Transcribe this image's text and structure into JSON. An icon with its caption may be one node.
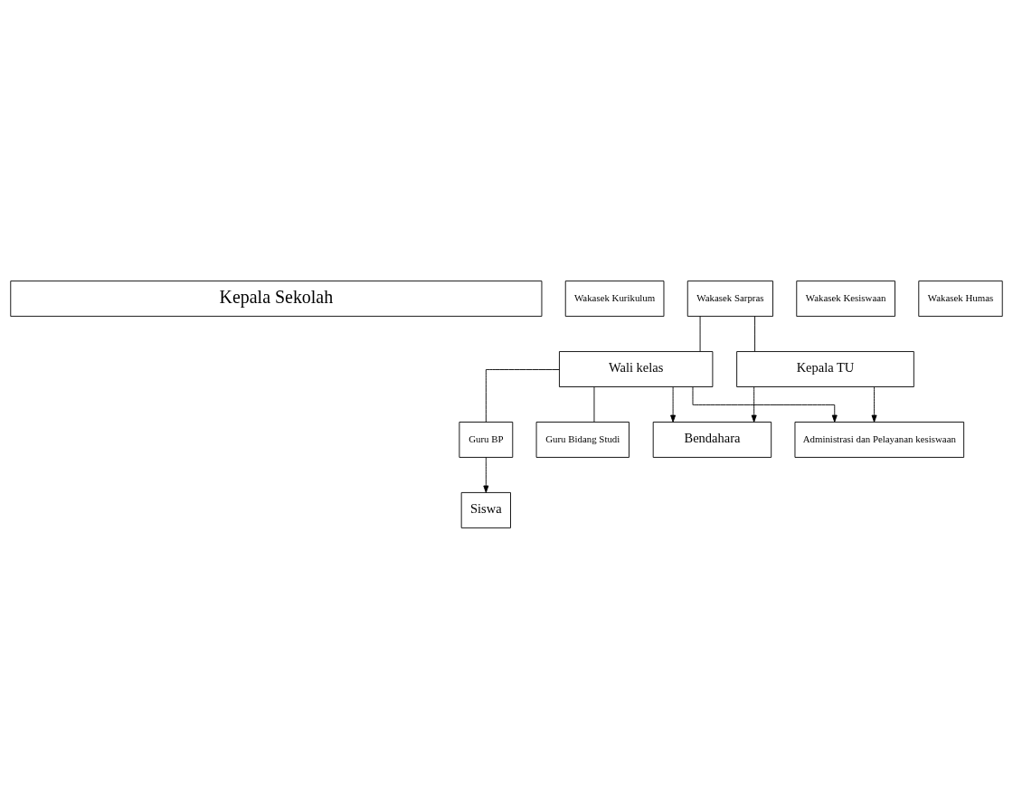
{
  "diagram": {
    "nodes": [
      {
        "text": [
          "Kepala Sekolah"
        ]
      },
      {
        "text": [
          "Wakasek Kurikulum"
        ]
      },
      {
        "text": [
          "Wakasek Sarpras"
        ]
      },
      {
        "text": [
          "Wakasek Kesiswaan"
        ]
      },
      {
        "text": [
          "Wakasek Humas"
        ]
      },
      {
        "text": [
          "Wali kelas"
        ]
      },
      {
        "text": [
          "Kepala TU"
        ]
      },
      {
        "text": [
          "Guru BP"
        ]
      },
      {
        "text": [
          "Guru Bidang Studi"
        ]
      },
      {
        "text": [
          "Siswa"
        ]
      },
      {
        "text": [
          "Bendahara"
        ]
      },
      {
        "text": [
          "Administrasi dan Pelayanan kesiswaan"
        ]
      }
    ],
    "edges": [
      {
        "from": 2,
        "to": 5,
        "arrow": "none"
      },
      {
        "from": 2,
        "to": 6,
        "arrow": "none"
      },
      {
        "from": 5,
        "to": 7,
        "arrow": "none"
      },
      {
        "from": 5,
        "to": 8,
        "arrow": "none"
      },
      {
        "from": 7,
        "to": 9,
        "arrow": "to"
      },
      {
        "from": 5,
        "to": 10,
        "arrow": "to"
      },
      {
        "from": 5,
        "to": 11,
        "arrow": "to"
      },
      {
        "from": 6,
        "to": 10,
        "arrow": "to"
      },
      {
        "from": 6,
        "to": 11,
        "arrow": "to"
      }
    ]
  }
}
